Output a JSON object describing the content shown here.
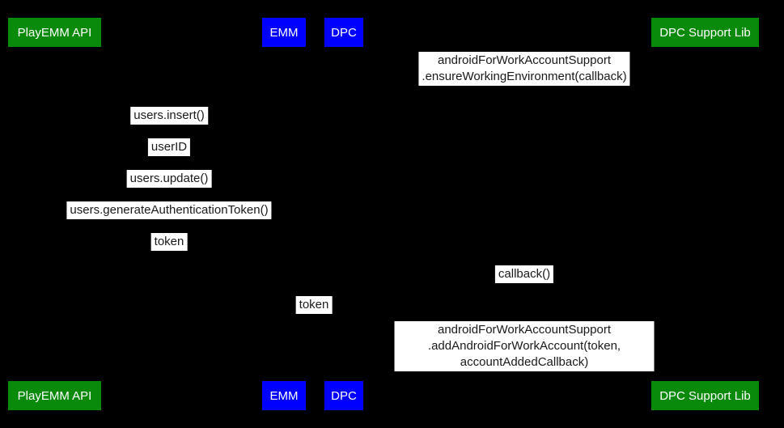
{
  "diagram": {
    "type": "sequence-diagram",
    "background_color": "#000000",
    "participant_colors": {
      "api": "#0a8a0a",
      "component": "#0000ff"
    },
    "label_style": {
      "background": "#ffffff",
      "text_color": "#1a1a1a"
    },
    "participants": [
      {
        "label": "PlayEMM API",
        "color": "#0a8a0a"
      },
      {
        "label": "EMM",
        "color": "#0000ff"
      },
      {
        "label": "DPC",
        "color": "#0000ff"
      },
      {
        "label": "DPC Support Lib",
        "color": "#0a8a0a"
      }
    ],
    "messages": [
      {
        "label": "androidForWorkAccountSupport\n.ensureWorkingEnvironment(callback)"
      },
      {
        "label": "users.insert()"
      },
      {
        "label": "userID"
      },
      {
        "label": "users.update()"
      },
      {
        "label": "users.generateAuthenticationToken()"
      },
      {
        "label": "token"
      },
      {
        "label": "callback()"
      },
      {
        "label": "token"
      },
      {
        "label": "androidForWorkAccountSupport\n.addAndroidForWorkAccount(token, accountAddedCallback)"
      }
    ]
  }
}
